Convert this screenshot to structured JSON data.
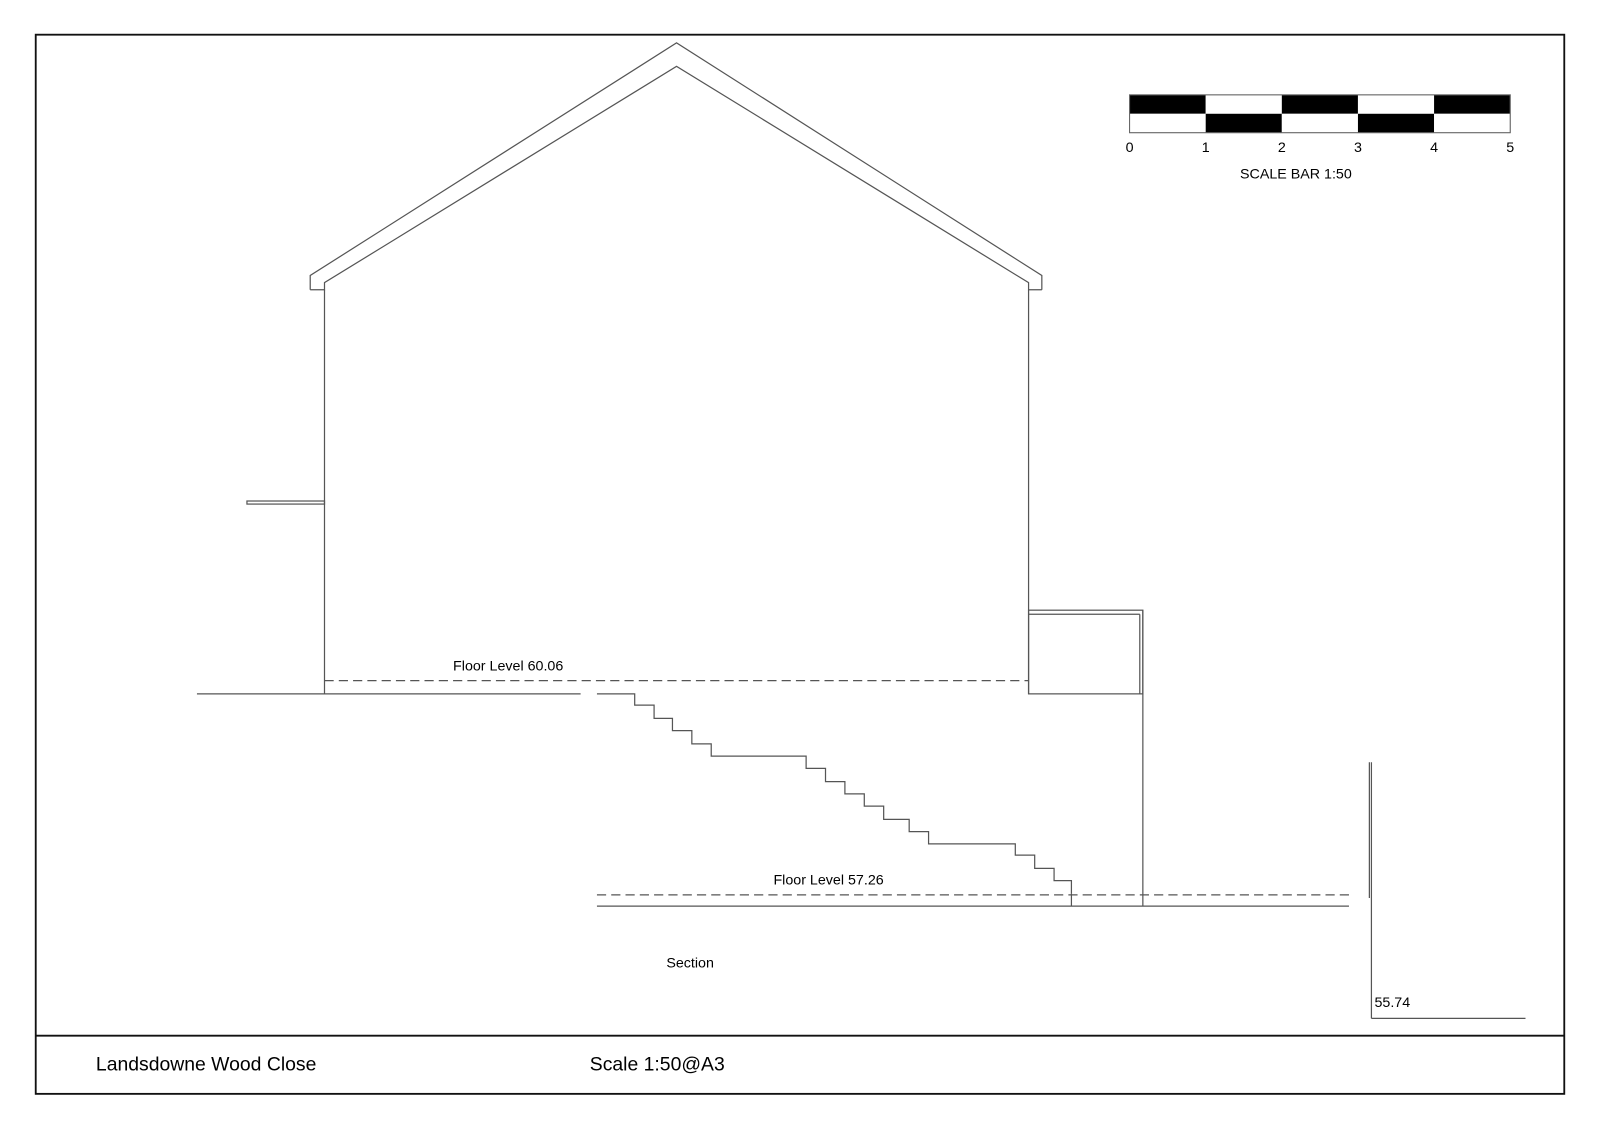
{
  "drawing": {
    "title": "Section",
    "floor_levels": [
      {
        "label": "Floor Level 60.06",
        "value": 60.06
      },
      {
        "label": "Floor Level 57.26",
        "value": 57.26
      }
    ],
    "spot_level": "55.74"
  },
  "scale_bar": {
    "ticks": [
      "0",
      "1",
      "2",
      "3",
      "4",
      "5"
    ],
    "caption": "SCALE BAR 1:50"
  },
  "title_block": {
    "project": "Landsdowne Wood Close",
    "scale": "Scale 1:50@A3"
  }
}
